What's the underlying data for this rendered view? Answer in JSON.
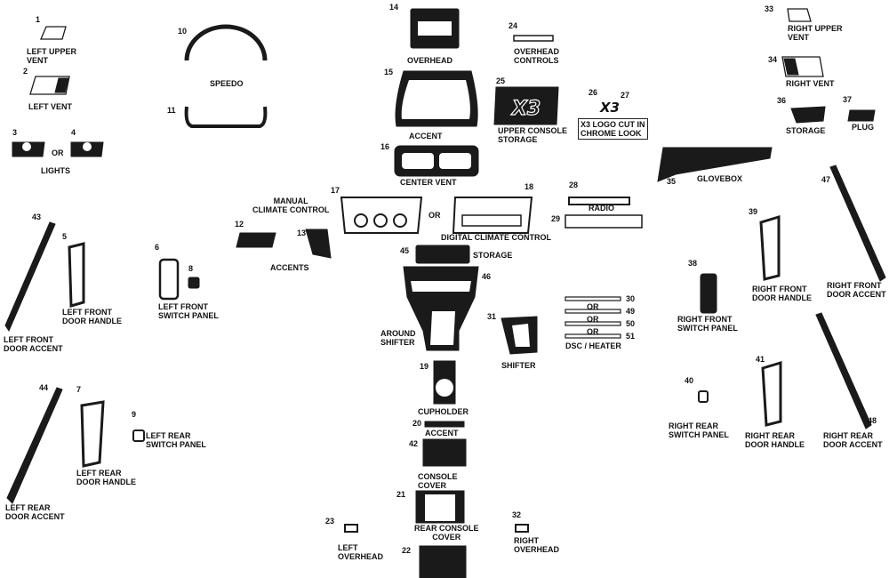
{
  "labels": {
    "left_upper_vent": [
      "LEFT UPPER",
      "VENT"
    ],
    "left_vent": [
      "LEFT VENT"
    ],
    "or": "OR",
    "lights": "LIGHTS",
    "speedo": "SPEEDO",
    "overhead": "OVERHEAD",
    "accent": "ACCENT",
    "overhead_controls": [
      "OVERHEAD",
      "CONTROLS"
    ],
    "upper_console_storage": [
      "UPPER CONSOLE",
      "STORAGE"
    ],
    "x3_logo_note": [
      "X3 LOGO CUT IN",
      "CHROME LOOK"
    ],
    "x3_text": "X3",
    "right_upper_vent": [
      "RIGHT UPPER",
      "VENT"
    ],
    "right_vent": "RIGHT VENT",
    "storage": "STORAGE",
    "plug": "PLUG",
    "center_vent": "CENTER VENT",
    "glovebox": "GLOVEBOX",
    "manual_climate": [
      "MANUAL",
      "CLIMATE CONTROL"
    ],
    "digital_climate": "DIGITAL CLIMATE CONTROL",
    "radio": "RADIO",
    "accents": "ACCENTS",
    "left_front_switch_panel": [
      "LEFT FRONT",
      "SWITCH PANEL"
    ],
    "left_front_door_handle": [
      "LEFT FRONT",
      "DOOR HANDLE"
    ],
    "left_front_door_accent": [
      "LEFT FRONT",
      "DOOR ACCENT"
    ],
    "around_shifter": [
      "AROUND",
      "SHIFTER"
    ],
    "shifter": "SHIFTER",
    "dsc_heater": "DSC / HEATER",
    "right_front_switch_panel": [
      "RIGHT FRONT",
      "SWITCH PANEL"
    ],
    "right_front_door_handle": [
      "RIGHT FRONT",
      "DOOR HANDLE"
    ],
    "right_front_door_accent": [
      "RIGHT FRONT",
      "DOOR ACCENT"
    ],
    "cupholder": "CUPHOLDER",
    "console_cover": [
      "CONSOLE",
      "COVER"
    ],
    "rear_console_cover": [
      "REAR CONSOLE",
      "COVER"
    ],
    "left_overhead": [
      "LEFT",
      "OVERHEAD"
    ],
    "right_overhead": [
      "RIGHT",
      "OVERHEAD"
    ],
    "left_rear_switch_panel": [
      "LEFT REAR",
      "SWITCH PANEL"
    ],
    "left_rear_door_handle": [
      "LEFT REAR",
      "DOOR HANDLE"
    ],
    "left_rear_door_accent": [
      "LEFT REAR",
      "DOOR ACCENT"
    ],
    "right_rear_switch_panel": [
      "RIGHT REAR",
      "SWITCH PANEL"
    ],
    "right_rear_door_handle": [
      "RIGHT REAR",
      "DOOR HANDLE"
    ],
    "right_rear_door_accent": [
      "RIGHT REAR",
      "DOOR ACCENT"
    ]
  },
  "part_numbers": {
    "n1": "1",
    "n2": "2",
    "n3": "3",
    "n4": "4",
    "n5": "5",
    "n6": "6",
    "n7": "7",
    "n8": "8",
    "n9": "9",
    "n10": "10",
    "n11": "11",
    "n12": "12",
    "n13": "13",
    "n14": "14",
    "n15": "15",
    "n16": "16",
    "n17": "17",
    "n18": "18",
    "n19": "19",
    "n20": "20",
    "n21": "21",
    "n22": "22",
    "n23": "23",
    "n24": "24",
    "n25": "25",
    "n26": "26",
    "n27": "27",
    "n28": "28",
    "n29": "29",
    "n30": "30",
    "n31": "31",
    "n32": "32",
    "n33": "33",
    "n34": "34",
    "n35": "35",
    "n36": "36",
    "n37": "37",
    "n38": "38",
    "n39": "39",
    "n40": "40",
    "n41": "41",
    "n42": "42",
    "n43": "43",
    "n44": "44",
    "n45": "45",
    "n46": "46",
    "n47": "47",
    "n48": "48",
    "n49": "49",
    "n50": "50",
    "n51": "51"
  },
  "colors": {
    "ink": "#111111",
    "paper": "#ffffff",
    "part_fill": "#1a1a1a"
  }
}
